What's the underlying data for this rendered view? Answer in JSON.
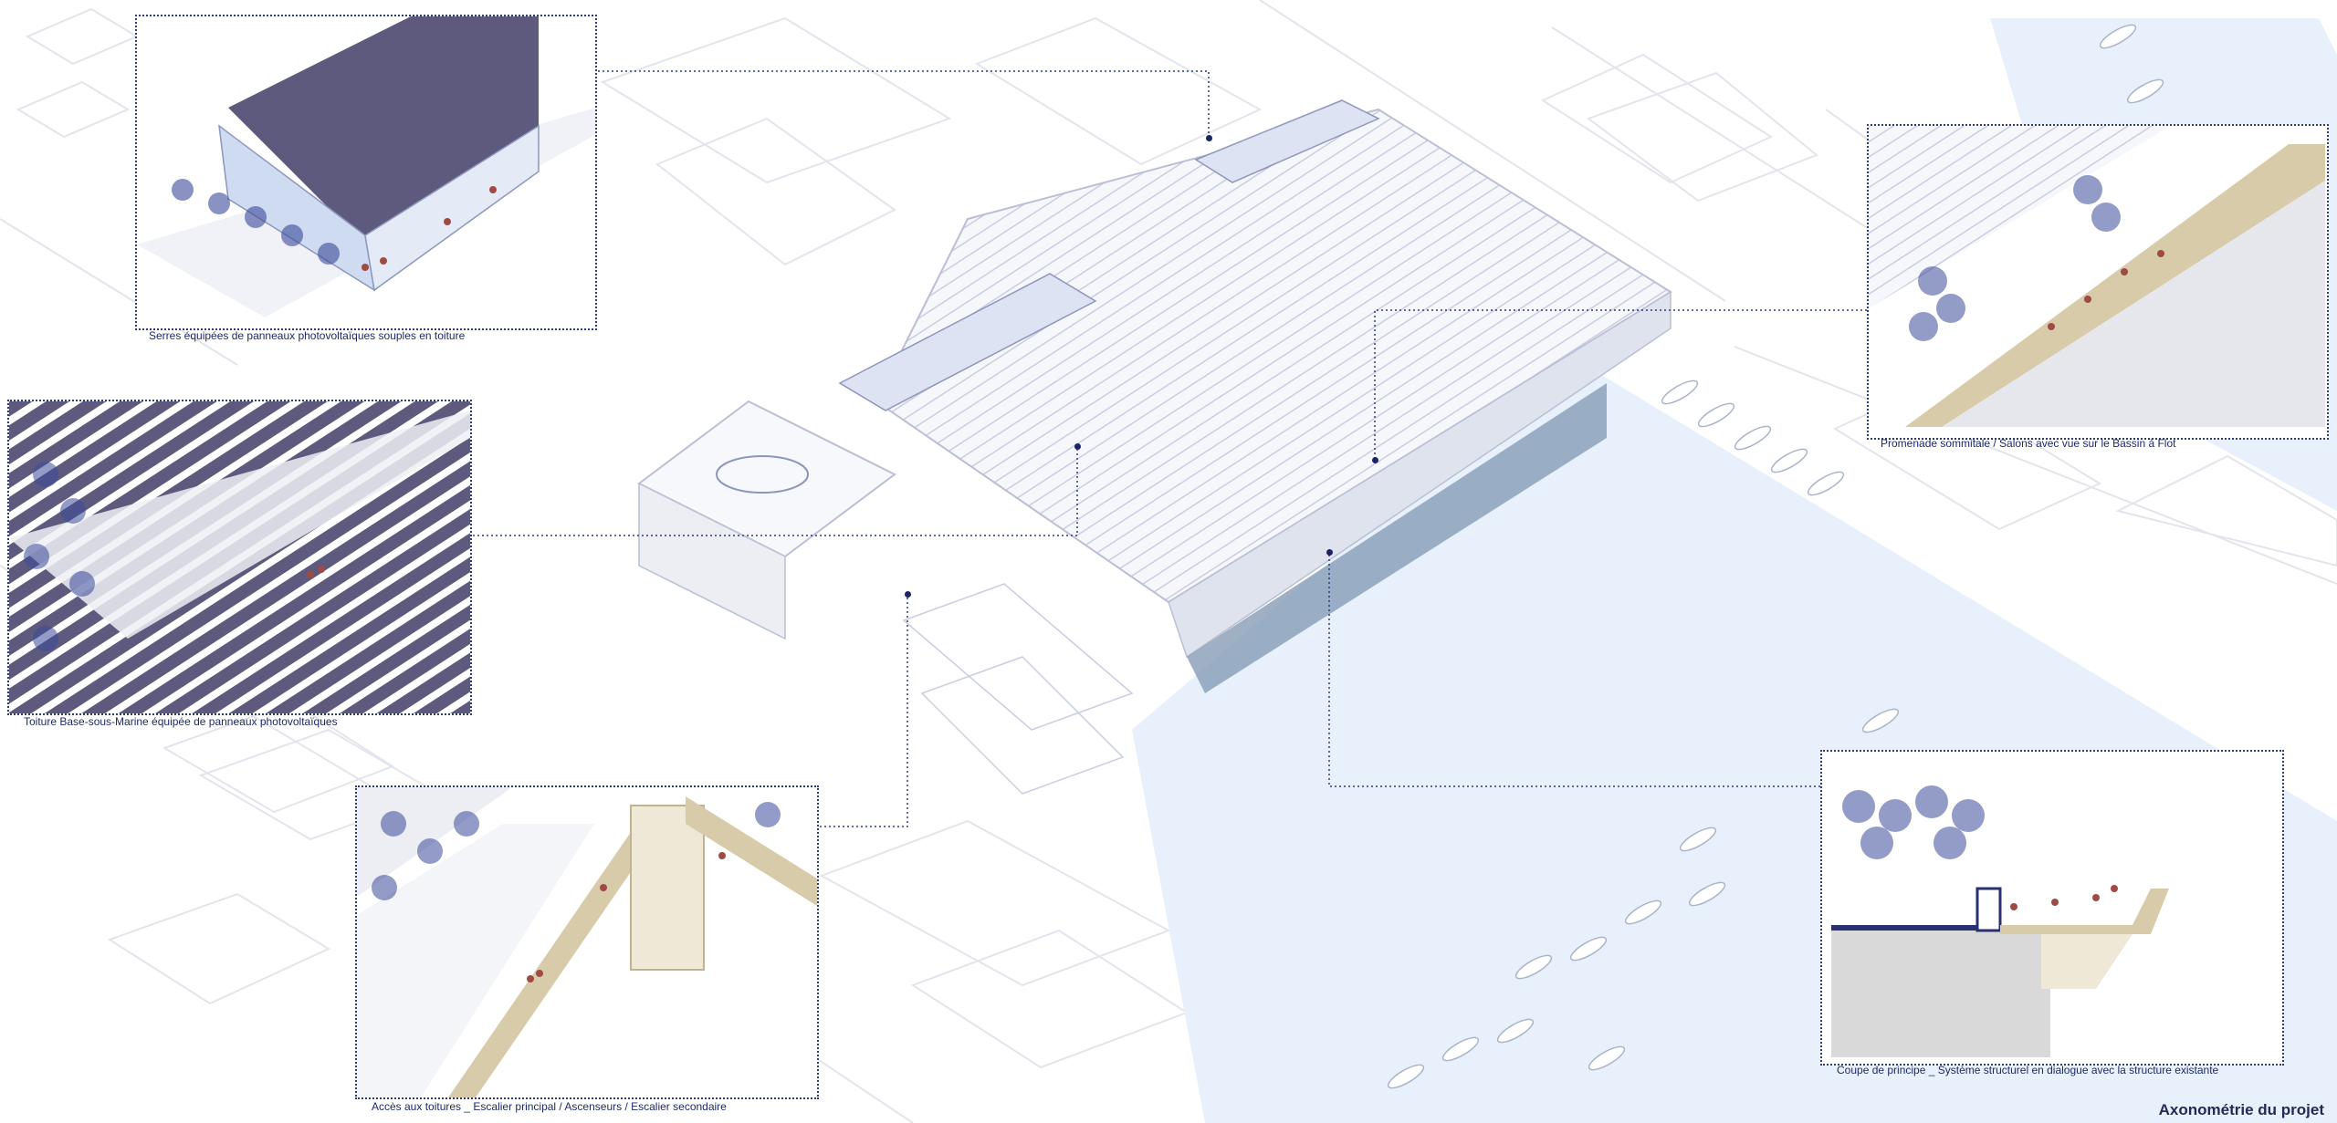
{
  "title": "Axonométrie du projet",
  "colors": {
    "accent": "#2d3a7a",
    "panel_purple": "#5d5a7e",
    "water": "#e8f1fb",
    "water_dark": "#7f95b2",
    "figures": "#a04a45",
    "wood": "#d8cba9"
  },
  "details": [
    {
      "id": "serres",
      "caption": "Serres équipées de panneaux photovoltaïques souples en toiture"
    },
    {
      "id": "toiture",
      "caption": "Toiture Base-sous-Marine équipée de panneaux photovoltaïques"
    },
    {
      "id": "acces",
      "caption": "Accès aux toitures _ Escalier principal / Ascenseurs / Escalier secondaire"
    },
    {
      "id": "promenade",
      "caption": "Promenade sommitale / Salons avec vue sur le Bassin à Flot"
    },
    {
      "id": "coupe",
      "caption": "Coupe de principe _ Système structurel en dialogue avec la structure existante"
    }
  ]
}
